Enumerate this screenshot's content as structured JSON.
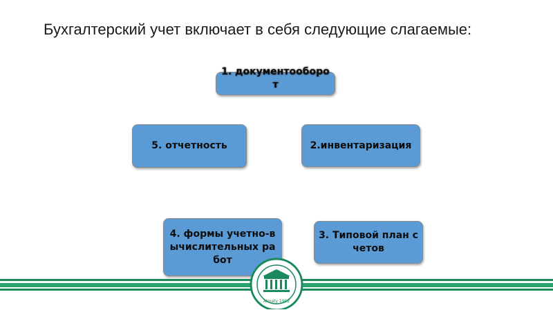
{
  "slide": {
    "title": "Бухгалтерский учет включает в себя следующие слагаемые:"
  },
  "diagram": {
    "nodes": [
      {
        "id": "1",
        "label": "1. документооборот"
      },
      {
        "id": "2",
        "label": "2.инвентаризация"
      },
      {
        "id": "3",
        "label": "3. Типовой план счетов"
      },
      {
        "id": "4",
        "label": "4. формы учетно-вычислительных работ"
      },
      {
        "id": "5",
        "label": "5. отчетность"
      }
    ]
  },
  "colors": {
    "box_fill": "#5b9bd5",
    "stripe_green": "#2ba36e",
    "stripe_dark_green": "#1b8a5a"
  },
  "logo": {
    "icon": "university-seal-icon",
    "text": "Almaty 1992"
  }
}
